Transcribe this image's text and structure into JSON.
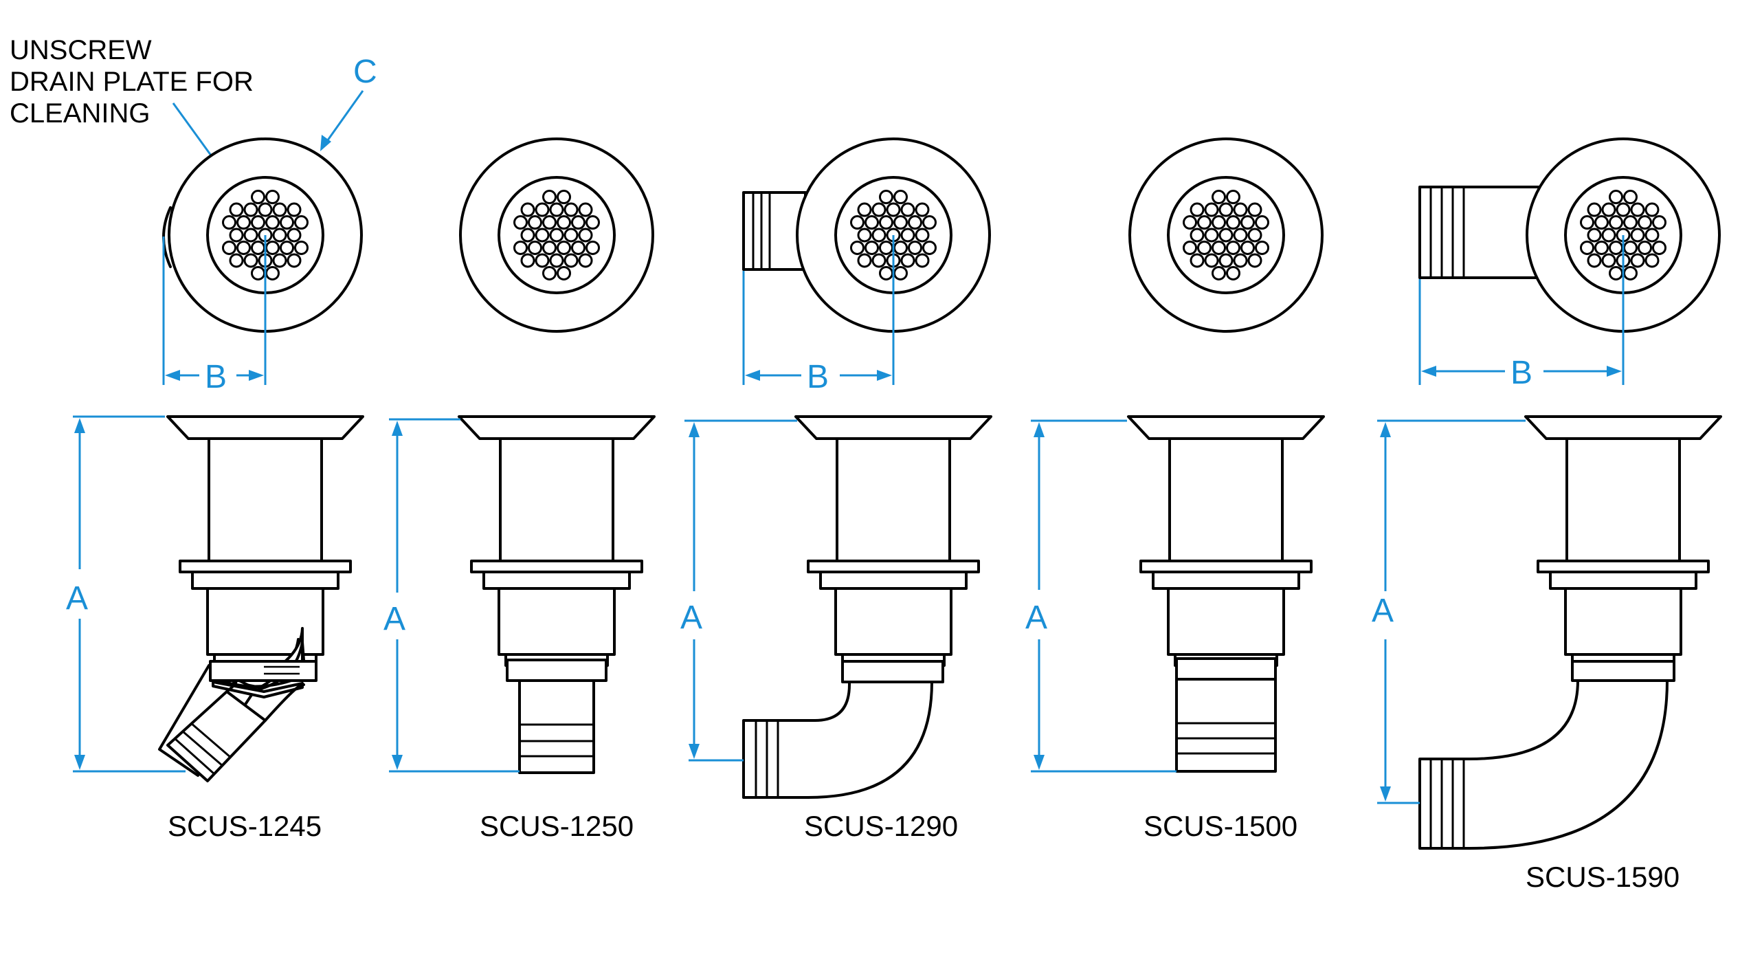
{
  "note": {
    "lines": [
      "UNSCREW",
      "DRAIN PLATE FOR",
      "CLEANING"
    ]
  },
  "dimension_labels": {
    "a": "A",
    "b": "B",
    "c": "C"
  },
  "models": [
    {
      "id": "scus-1245",
      "label": "SCUS-1245",
      "outlet": "45-degree"
    },
    {
      "id": "scus-1250",
      "label": "SCUS-1250",
      "outlet": "straight"
    },
    {
      "id": "scus-1290",
      "label": "SCUS-1290",
      "outlet": "90-degree"
    },
    {
      "id": "scus-1500",
      "label": "SCUS-1500",
      "outlet": "straight"
    },
    {
      "id": "scus-1590",
      "label": "SCUS-1590",
      "outlet": "90-degree"
    }
  ],
  "colors": {
    "dimension": "#1a8fd6",
    "line": "#000000",
    "background": "#ffffff"
  }
}
